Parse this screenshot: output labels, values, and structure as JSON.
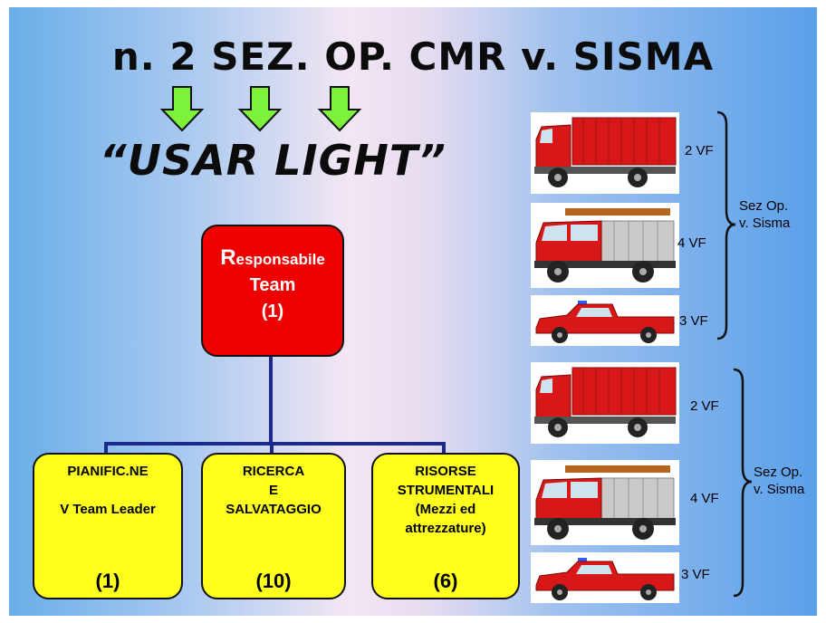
{
  "title": "n. 2 SEZ. OP. CMR v. SISMA",
  "subtitle": "“USAR LIGHT”",
  "colors": {
    "arrow_fill": "#7cf23a",
    "leader_box": "#ee0000",
    "team_box": "#ffff1e",
    "connector": "#1c2a8c",
    "truck_red": "#d81818"
  },
  "org": {
    "leader": {
      "initial": "R",
      "rest": "esponsabile",
      "line2": "Team",
      "count": "(1)"
    },
    "teams": [
      {
        "lines": [
          "PIANIFIC.NE",
          "",
          "V Team Leader"
        ],
        "count": "(1)"
      },
      {
        "lines": [
          "RICERCA",
          "E",
          "SALVATAGGIO"
        ],
        "count": "(10)"
      },
      {
        "lines": [
          "RISORSE",
          "STRUMENTALI",
          "(Mezzi ed",
          "attrezzature)"
        ],
        "count": "(6)"
      }
    ]
  },
  "sections": [
    {
      "label_line1": "Sez Op.",
      "label_line2": "v. Sisma",
      "vehicles": [
        {
          "icon": "rescue-truck-icon",
          "crew": "2 VF"
        },
        {
          "icon": "fire-engine-icon",
          "crew": "4 VF"
        },
        {
          "icon": "pickup-truck-icon",
          "crew": "3 VF"
        }
      ]
    },
    {
      "label_line1": "Sez Op.",
      "label_line2": "v. Sisma",
      "vehicles": [
        {
          "icon": "rescue-truck-icon",
          "crew": "2 VF"
        },
        {
          "icon": "fire-engine-icon",
          "crew": "4 VF"
        },
        {
          "icon": "pickup-truck-icon",
          "crew": "3 VF"
        }
      ]
    }
  ]
}
